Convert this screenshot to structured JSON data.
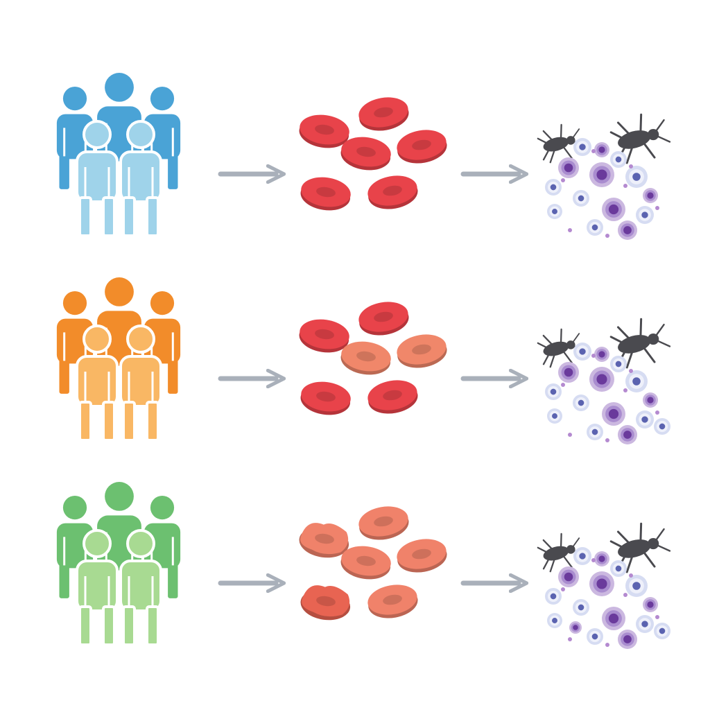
{
  "colors": {
    "background": "#ffffff",
    "arrow": "#a9b0ba",
    "bug": "#4a4a4f",
    "cell_outer": "#cbb8e0",
    "cell_mid": "#a98ccf",
    "cell_nucleus": "#6a3a9c",
    "cell_pale_outer": "#d6dcf2",
    "cell_pale_nucleus": "#5b63b0",
    "particle": "#b48ad0"
  },
  "rows": [
    {
      "population": {
        "icon": "people-group-icon",
        "back": "#4aa3d6",
        "front": "#9fd3ea"
      },
      "blood": {
        "icon": "red-blood-cells-icon",
        "cells": [
          {
            "color": "#e8434a",
            "shape": "normal"
          },
          {
            "color": "#e8434a",
            "shape": "normal"
          },
          {
            "color": "#e8434a",
            "shape": "normal"
          },
          {
            "color": "#e8434a",
            "shape": "normal"
          },
          {
            "color": "#e8434a",
            "shape": "normal"
          },
          {
            "color": "#e8434a",
            "shape": "normal"
          }
        ]
      },
      "infection": {
        "icon": "pathogen-and-immune-cells-icon",
        "bugs": 2,
        "cells": 14
      }
    },
    {
      "population": {
        "icon": "people-group-icon",
        "back": "#f28c2a",
        "front": "#f9b764"
      },
      "blood": {
        "icon": "red-blood-cells-icon",
        "cells": [
          {
            "color": "#e8434a",
            "shape": "normal"
          },
          {
            "color": "#e8434a",
            "shape": "normal"
          },
          {
            "color": "#f0876a",
            "shape": "normal"
          },
          {
            "color": "#f0876a",
            "shape": "normal"
          },
          {
            "color": "#e8434a",
            "shape": "normal"
          },
          {
            "color": "#e8434a",
            "shape": "normal"
          }
        ]
      },
      "infection": {
        "icon": "pathogen-and-immune-cells-icon",
        "bugs": 2,
        "cells": 15
      }
    },
    {
      "population": {
        "icon": "people-group-icon",
        "back": "#6cc070",
        "front": "#a8da92"
      },
      "blood": {
        "icon": "red-blood-cells-icon",
        "cells": [
          {
            "color": "#f0826a",
            "shape": "misshapen"
          },
          {
            "color": "#f0826a",
            "shape": "normal"
          },
          {
            "color": "#f0826a",
            "shape": "normal"
          },
          {
            "color": "#f0826a",
            "shape": "normal"
          },
          {
            "color": "#e86452",
            "shape": "misshapen"
          },
          {
            "color": "#f0826a",
            "shape": "normal"
          }
        ]
      },
      "infection": {
        "icon": "pathogen-and-immune-cells-icon",
        "bugs": 2,
        "cells": 16
      }
    }
  ]
}
